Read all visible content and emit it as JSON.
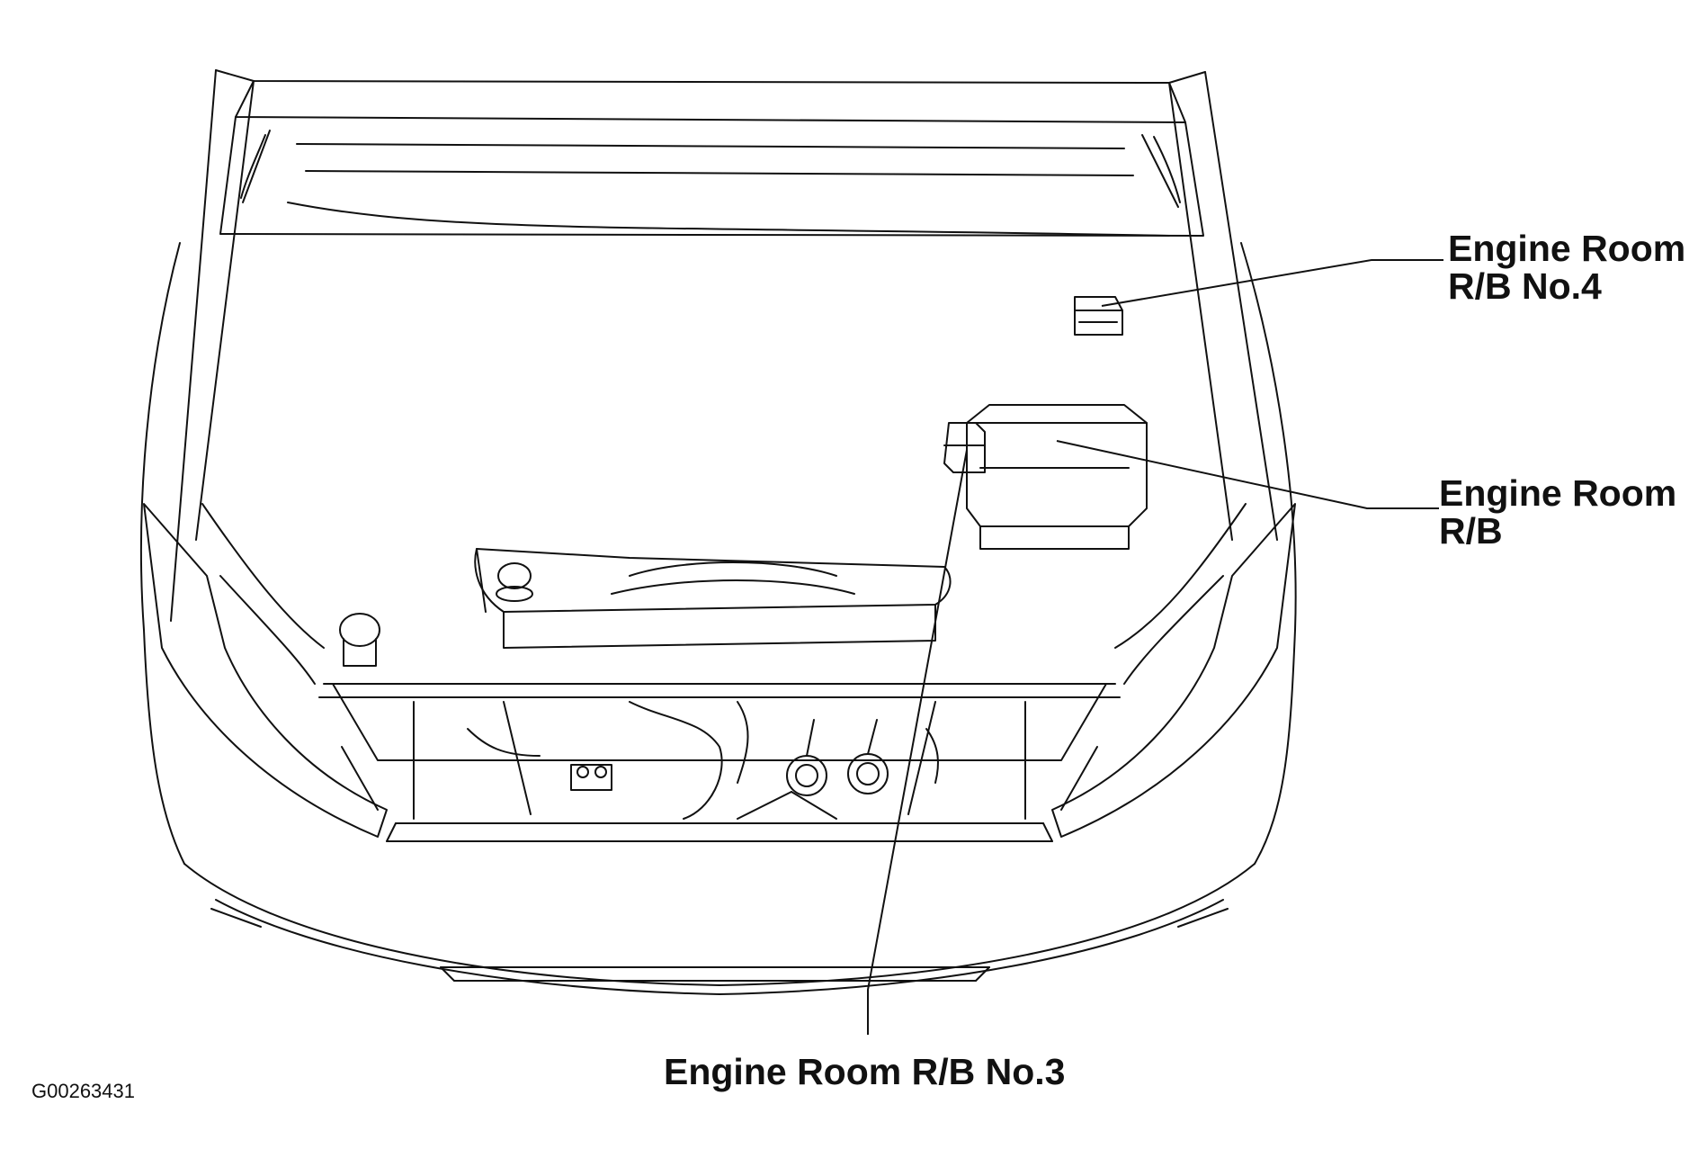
{
  "labels": {
    "rb_no4": {
      "line1": "Engine Room",
      "line2": "R/B No.4"
    },
    "rb_main": {
      "line1": "Engine Room",
      "line2": "R/B"
    },
    "rb_no3": {
      "text": "Engine Room R/B No.3"
    }
  },
  "figure_id": "G00263431"
}
